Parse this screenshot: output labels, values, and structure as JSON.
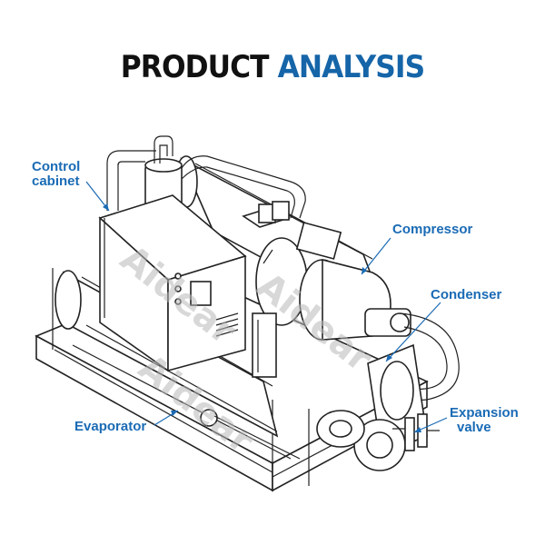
{
  "title": {
    "word1": "PRODUCT",
    "word2": "ANALYSIS"
  },
  "callouts": {
    "control_cabinet_line1": "Control",
    "control_cabinet_line2": "cabinet",
    "compressor": "Compressor",
    "condenser": "Condenser",
    "expansion_valve_line1": "Expansion",
    "expansion_valve_line2": "valve",
    "evaporator": "Evaporator"
  },
  "watermark": {
    "text": "Aidear"
  },
  "colors": {
    "title_dark": "#111111",
    "title_accent": "#1565a8",
    "callout_blue": "#1a6bb5"
  }
}
